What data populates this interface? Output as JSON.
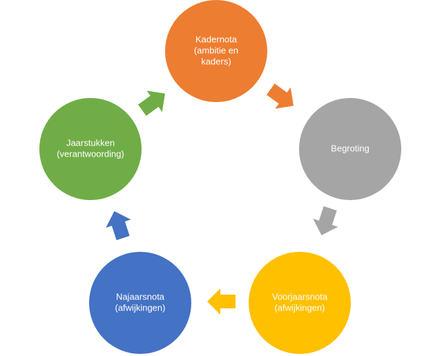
{
  "diagram": {
    "nodes": [
      {
        "id": "kadernota",
        "lines": [
          "Kadernota",
          "(ambitie en",
          "kaders)"
        ],
        "color": "#ED7D31"
      },
      {
        "id": "begroting",
        "lines": [
          "Begroting"
        ],
        "color": "#A5A5A5"
      },
      {
        "id": "voorjaarsnota",
        "lines": [
          "Voorjaarsnota",
          "(afwijkingen)"
        ],
        "color": "#FFC000"
      },
      {
        "id": "najaarsnota",
        "lines": [
          "Najaarsnota",
          "(afwijkingen)"
        ],
        "color": "#4472C4"
      },
      {
        "id": "jaarstukken",
        "lines": [
          "Jaarstukken",
          "(verantwoording)"
        ],
        "color": "#70AD47"
      }
    ],
    "arrows": [
      {
        "from": "kadernota",
        "to": "begroting",
        "color": "#ED7D31"
      },
      {
        "from": "begroting",
        "to": "voorjaarsnota",
        "color": "#A5A5A5"
      },
      {
        "from": "voorjaarsnota",
        "to": "najaarsnota",
        "color": "#FFC000"
      },
      {
        "from": "najaarsnota",
        "to": "jaarstukken",
        "color": "#4472C4"
      },
      {
        "from": "jaarstukken",
        "to": "kadernota",
        "color": "#70AD47"
      }
    ]
  }
}
